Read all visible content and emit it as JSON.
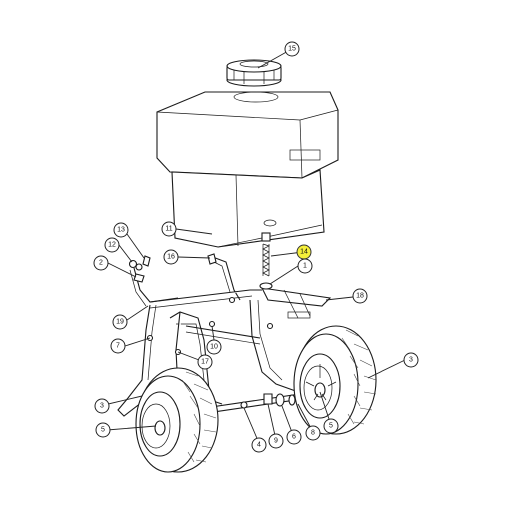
{
  "callouts": [
    {
      "id": "c15",
      "label": "15",
      "highlight": false
    },
    {
      "id": "c14",
      "label": "14",
      "highlight": true
    },
    {
      "id": "c13",
      "label": "13",
      "highlight": false
    },
    {
      "id": "c12",
      "label": "12",
      "highlight": false
    },
    {
      "id": "c11",
      "label": "11",
      "highlight": false
    },
    {
      "id": "c16",
      "label": "16",
      "highlight": false
    },
    {
      "id": "c2",
      "label": "2",
      "highlight": false
    },
    {
      "id": "c1",
      "label": "1",
      "highlight": false
    },
    {
      "id": "c18",
      "label": "18",
      "highlight": false
    },
    {
      "id": "c19",
      "label": "19",
      "highlight": false
    },
    {
      "id": "c10",
      "label": "10",
      "highlight": false
    },
    {
      "id": "c7",
      "label": "7",
      "highlight": false
    },
    {
      "id": "c17",
      "label": "17",
      "highlight": false
    },
    {
      "id": "c3a",
      "label": "3",
      "highlight": false
    },
    {
      "id": "c3b",
      "label": "3",
      "highlight": false
    },
    {
      "id": "c5a",
      "label": "5",
      "highlight": false
    },
    {
      "id": "c5b",
      "label": "5",
      "highlight": false
    },
    {
      "id": "c4",
      "label": "4",
      "highlight": false
    },
    {
      "id": "c9",
      "label": "9",
      "highlight": false
    },
    {
      "id": "c6",
      "label": "6",
      "highlight": false
    },
    {
      "id": "c8",
      "label": "8",
      "highlight": false
    }
  ],
  "colors": {
    "highlight": "#f5ef3a",
    "line": "#1b1b1b",
    "background": "#ffffff"
  }
}
